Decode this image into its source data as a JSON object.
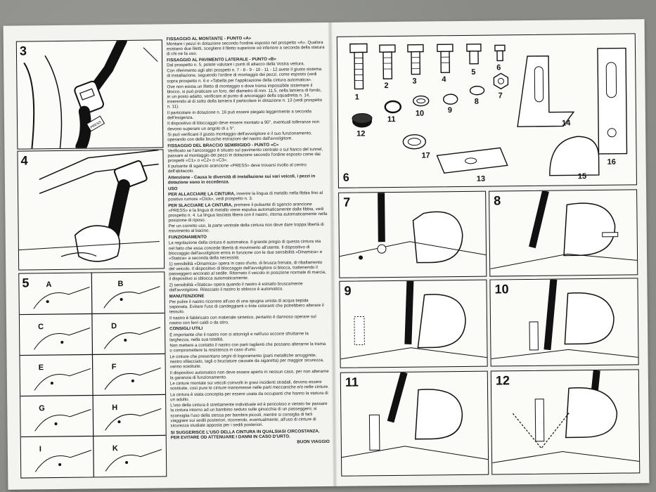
{
  "left_panels": {
    "step3": "3",
    "step4": "4",
    "step5": "5",
    "grid_letters": [
      "A",
      "B",
      "C",
      "D",
      "E",
      "F",
      "G",
      "H",
      "I",
      "K"
    ],
    "buckle_label": "PRESS"
  },
  "text": {
    "s1_title": "FISSAGGIO AL MONTANTE - PUNTO «A»",
    "s1_body": "Montare i pezzi in dotazione secondo l'ordine esposto nel prospetto «A». Qualora esistano due filetti, scegliere il filetto superiore od inferiore a seconda della statura di chi ne fa uso.",
    "s2_title": "FISSAGGIO AL PAVIMENTO LATERALE - PUNTO «B»",
    "s2_body": "Dal prospetto n. 5, potete valutare i punti di attacco della Vostra vettura.",
    "s2_p2": "Con riferimento agli altri prospetti n. 7 - 8 - 9 - 10 - 11 - 12 avete il giusto sistema di installazione, seguendo l'ordine di montaggio dei pezzi, come esposto (vedi sopra prospetto n. 6 e «Tabella per l'applicazione della cintura automatica».",
    "s2_p3": "Ove non esista un filetto di montaggio o dove troma impossibile sistemare il blocco, si può praticare un foro, del diametro di mm. 11,5, nella lamiera di fondo, in un posto adatto, verificare al punto di ancoraggio della squadretta n. 14, inserendo al di sotto della lamiera il particolare in dotazione n. 13 (vedi prospetto n. 11).",
    "s2_p4": "Il particolare in dotazione n. 16 può essere piegato leggermente a seconda dell'esigenza.",
    "s2_p5": "Il dispositivo di bloccaggio deve essere montato a 90°, eventuali tolleranze non devono superare un angolo di ± 5°.",
    "s2_p6": "Si può verificare il giusto montaggio dell'avvolgitore e il suo funzionamento, operando con delle brusche estrazioni del nastro dall'avvolgitore.",
    "s3_title": "FISSAGGIO DEL BRACCIO SEMIRIGIDO - PUNTO «C»",
    "s3_body": "Verificato se l'ancoraggio è situato sul pavimento centrale o sul fianco del tunnel, passare al montaggio dei pezzi in dotazione secondo l'ordine esposto come dai prospetti «C1» o «C2» o «C3».",
    "s3_p2": "Il pulsante di sgancio arancione «PRESS» deve trovarsi rivolto al centro dell'abitacolo.",
    "attention": "Attenzione - Causa le diversità di installazione sui vari veicoli, i pezzi in dotazione sono in eccedenza.",
    "uso_title": "USO",
    "uso_p1_lead": "PER ALLACCIARE LA CINTURA,",
    "uso_p1": "inserire la lingua di metallo nella fibbia fino al positivo rumore «Click», vedi prospetto n. 3.",
    "uso_p2_lead": "PER SLACCIARE LA CINTURA,",
    "uso_p2": "premere il pulsante di sgancio arancione «PRESS» e la lingua di metallo viene espulsa automaticamente dalla fibbia, vedi prospetto n. 4. La lingua lasciata libera con il nastro, ritorna automaticamente nella posizione di riposo.",
    "uso_p3": "Per un corretto uso, la parte ventrale della cintura non deve dare troppa libertà di movimento al bacino.",
    "funz_title": "FUNZIONAMENTO",
    "funz_p1": "La regolazione della cintura è automatica. Il grande pregio di questa cintura sta nel fatto che essa concede libertà di movimento all'utente. Il dispositivo di bloccaggio dell'avvolgitore entra in funzione con le due sensibilità «Dinamica» e «Statica» a seconda della necessità:",
    "funz_p2": "1) sensibilità «Dinamica» opera in caso d'urto, di brusca frenata, di ribaltamento del veicolo. Il dispositivo di bloccaggio dell'avvolgitore si blocca, trattenendo il passeggero ancorato al sedile. Ritornato il veicolo in posizione normale di marcia, il dispositivo si sblocca automaticamente.",
    "funz_p3": "2) sensibilità «Statica» opera quando il nastro è estratto bruscamente dall'avvolgitore. Rilasciato il nastro lo sblocco è automatico.",
    "man_title": "MANUTENZIONE",
    "man_p1": "Per pulire il nastro ricorrere all'uso di una spugna umida di acqua tiepida saponata. Evitare l'uso di candeggianti o tinte coloranti che potrebbero alterare il tessuto.",
    "man_p2": "Il nastro è fabbricato con materiale sintetico, pertanto è dannoso operare sul nastro con ferri caldi o da stiro.",
    "cons_title": "CONSIGLI UTILI",
    "cons_p1": "È importante che il nastro non si attorcigli e nell'uso occorre sfruttarne la larghezza, nella sua totalità.",
    "cons_p2": "Non mettere a contatto il nastro con parti taglienti che possano alterarne la trama o compromettere la resistenza in caso d'urto.",
    "cons_p3": "Le cinture che presentano segni di logoramento (parti metalliche arrugginite, nastro sfilacciato, tagli o bruciature causate da sigaretta) per maggior sicurezza, vanno sostituite.",
    "cons_p4": "Il dispositivo automatico non deve essere aperto in nessun caso, per non alterarne la garanzia di funzionamento.",
    "cons_p5": "Le cinture montate sui veicoli coinvolti in gravi incidenti stradali, devono essere sostituite, così pure le cinture manomesse nelle parti meccaniche e/o nelle cinture.",
    "cons_p6": "La cintura è stata concepita per essere usata da occupanti che hanno la statura di un adulto.",
    "cons_p7": "L'uso della cintura è strettamente individuale ed è pericoloso e vietato far passare la cintura intorno ad un bambino seduto sulle ginocchia di un passeggero; si sconsiglia l'uso della stessa per bambini piccoli, mentre si consiglia di farli viaggiare sui sedili posteriori, ricorrendo, eventualmente, all'uso di cinture di sicurezza studiate apposta per i sedili posteriori.",
    "closing": "SI SUGGERISCE L'USO DELLA CINTURA IN QUALSIASI CIRCOSTANZA, PER EVITARE OD ATTENUARE I DANNI IN CASO D'URTO.",
    "signoff": "BUON VIAGGIO"
  },
  "parts": {
    "labels": [
      "1",
      "2",
      "3",
      "4",
      "5",
      "6",
      "7",
      "8",
      "9",
      "10",
      "11",
      "12",
      "13",
      "14",
      "15",
      "16",
      "17"
    ]
  },
  "right_panels": {
    "step6": "6",
    "step7": "7",
    "step8": "8",
    "step9": "9",
    "step10": "10",
    "step11": "11",
    "step12": "12"
  }
}
